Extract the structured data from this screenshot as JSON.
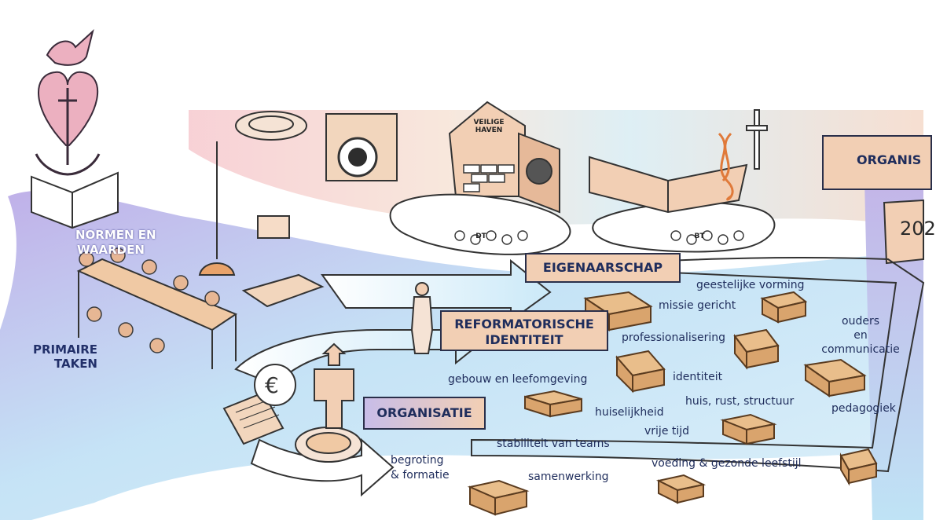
{
  "colors": {
    "navy": "#1f2d5c",
    "peach": "#f2cfb4",
    "lavender": "#b8aee0",
    "sky": "#bfe6f7",
    "pink": "#e9a3b8",
    "box": "#d9a46d"
  },
  "icons": [
    "dove-icon",
    "heart-icon",
    "cross-icon",
    "anchor-icon",
    "open-book-icon",
    "house-icon",
    "hand-icon",
    "dna-icon",
    "calendar-icon",
    "plate-icon",
    "euro-icon",
    "wrench-icon",
    "washing-machine-icon",
    "lamp-icon",
    "table-icon",
    "person-icon",
    "box-icon"
  ],
  "left": {
    "norms": "NORMEN EN\nWAARDEN",
    "primary": "PRIMAIRE\nTAKEN"
  },
  "house_sign": "VEILIGE\nHAVEN",
  "hand_labels": {
    "dt": "DT",
    "bt": "BT"
  },
  "tabs": {
    "eigenaarschap": "EIGENAARSCHAP",
    "reformatorische": "REFORMATORISCHE\nIDENTITEIT",
    "organisatie": "ORGANISATIE",
    "organis_right": "ORGANIS"
  },
  "calendar_year": "202",
  "topics": {
    "geestelijke": "geestelijke vorming",
    "missie": "missie gericht",
    "ouders": "ouders\nen\ncommunicatie",
    "professionalisering": "professionalisering",
    "identiteit": "identiteit",
    "gebouw": "gebouw en leefomgeving",
    "huis": "huis, rust, structuur",
    "pedagogiek": "pedagogiek",
    "huiselijkheid": "huiselijkheid",
    "vrije_tijd": "vrije tijd",
    "stabiliteit": "stabiliteit van teams",
    "begroting": "begroting\n& formatie",
    "voeding": "voeding & gezonde leefstijl",
    "samenwerking": "samenwerking"
  }
}
